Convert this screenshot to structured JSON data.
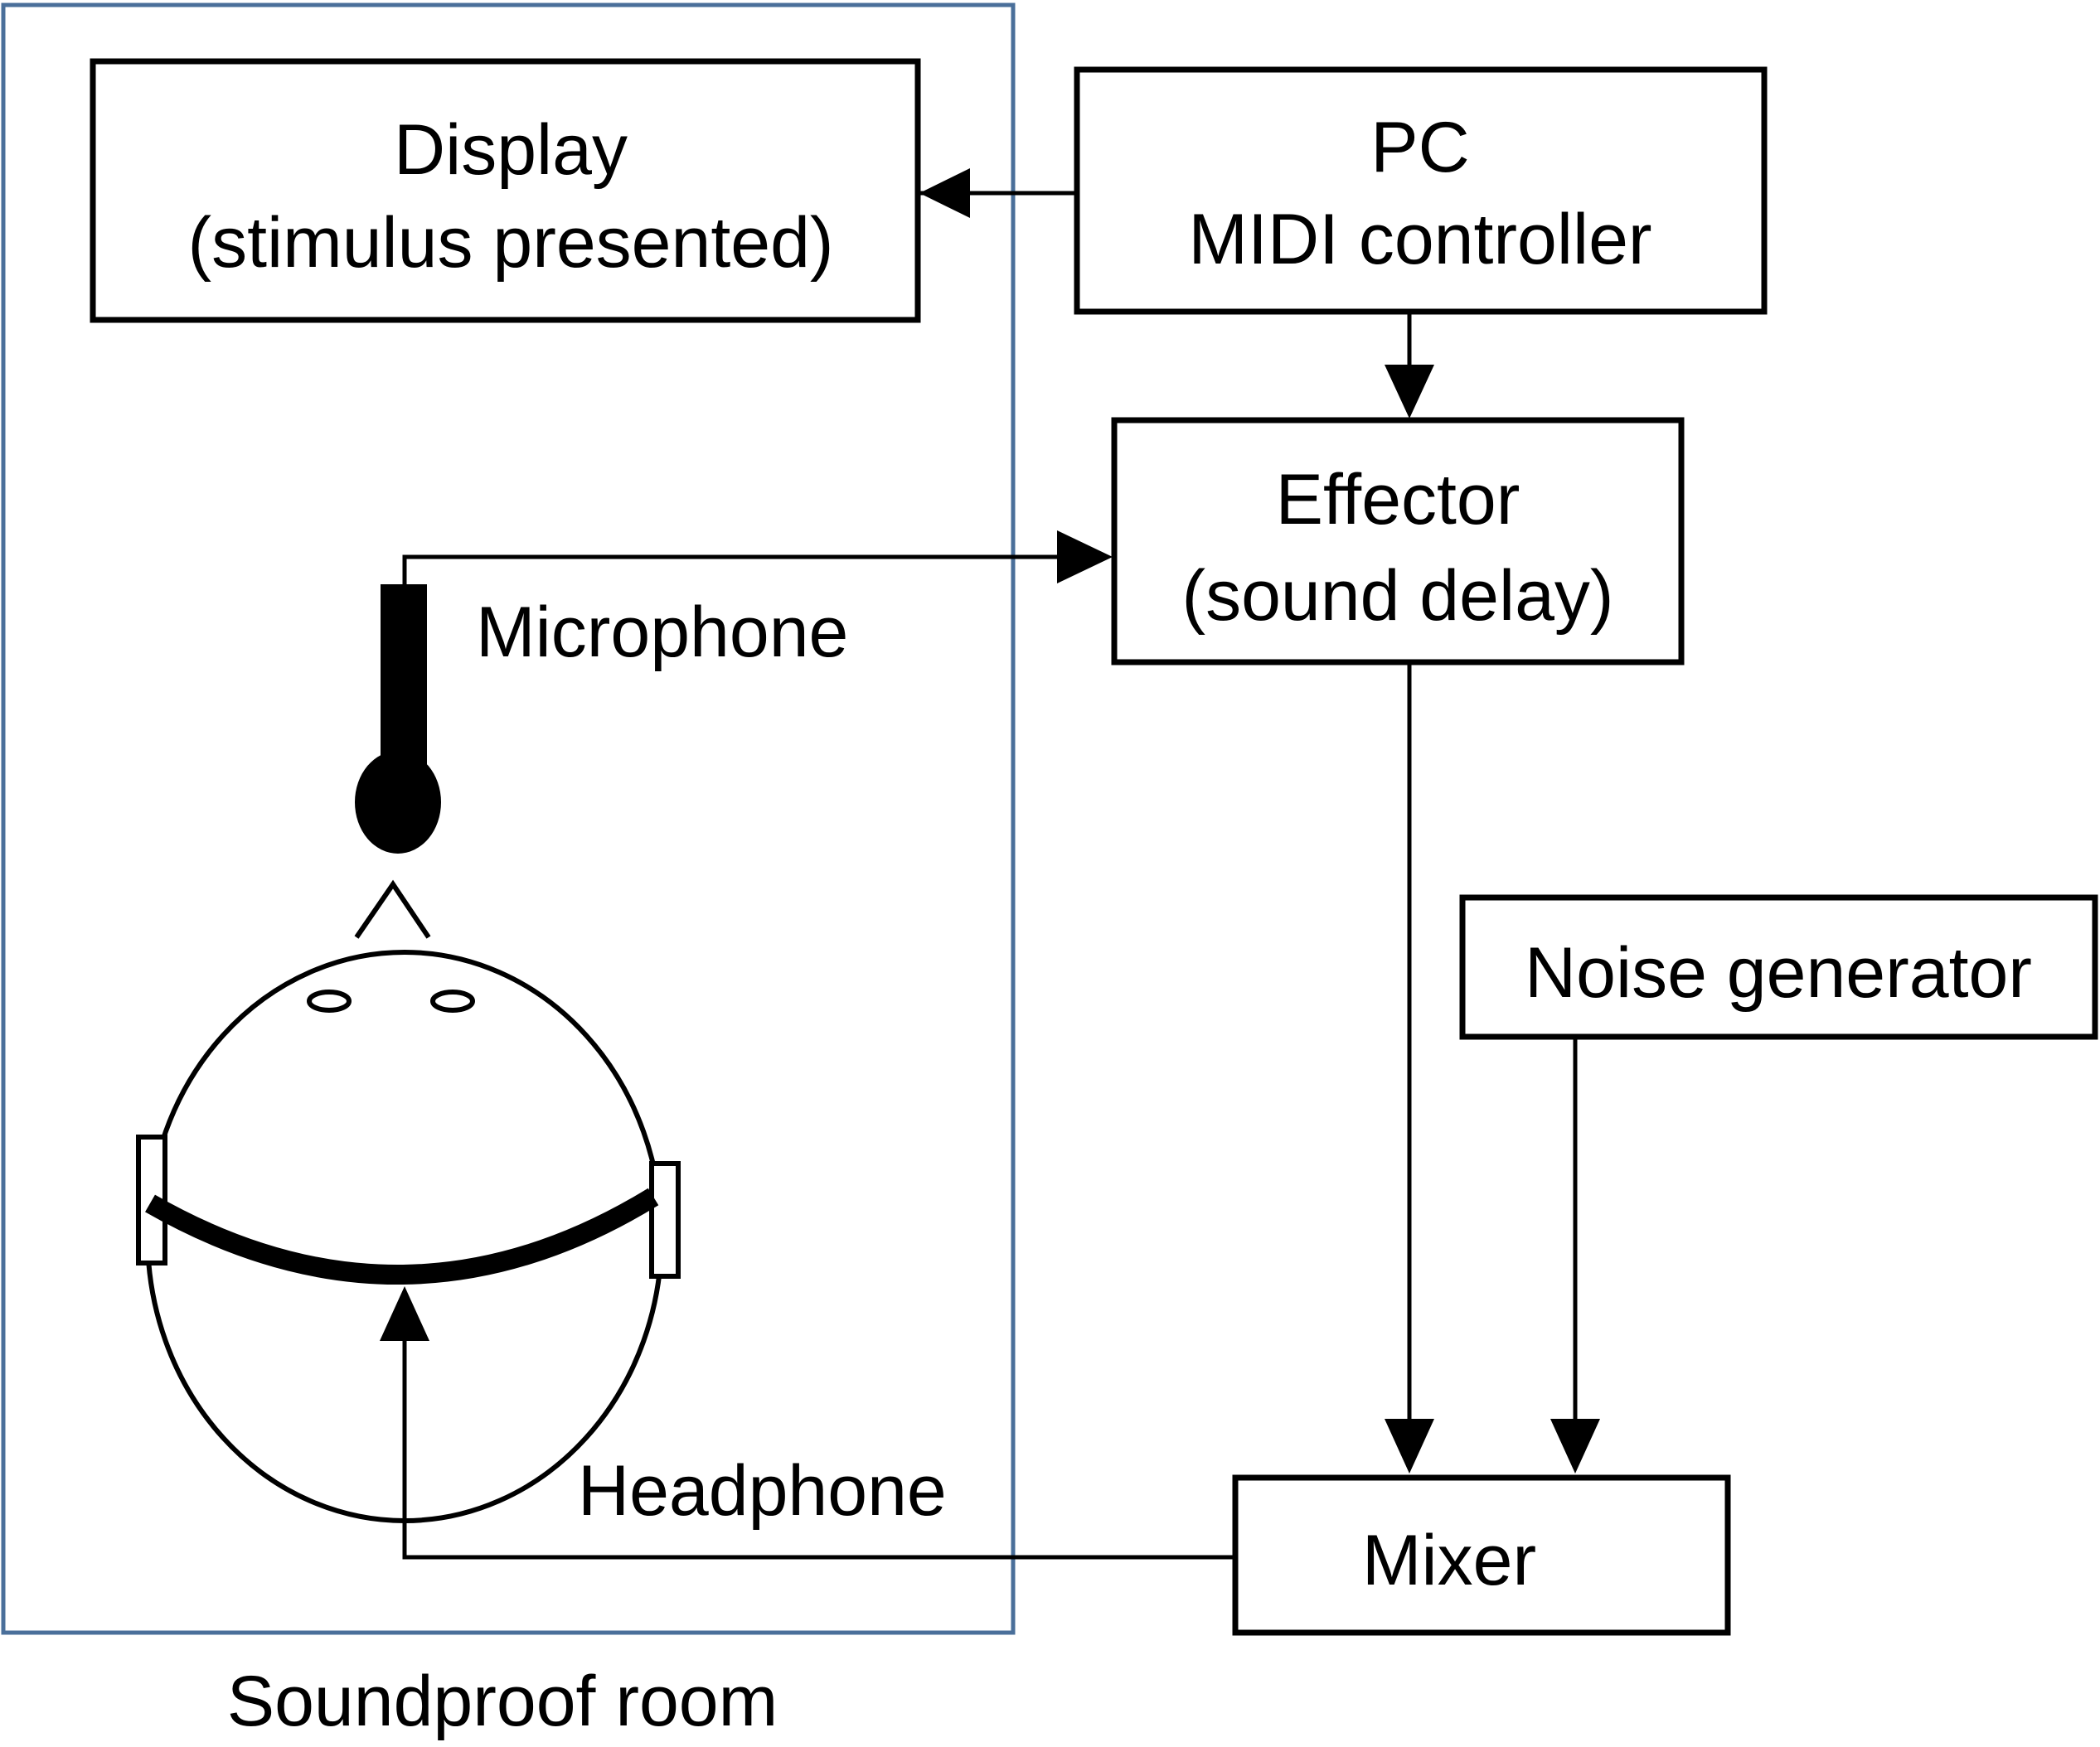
{
  "boxes": {
    "display": {
      "line1": "Display",
      "line2": "(stimulus presented)"
    },
    "pc": {
      "line1": "PC",
      "line2": "MIDI controller"
    },
    "effector": {
      "line1": "Effector",
      "line2": "(sound delay)"
    },
    "noise": {
      "label": "Noise generator"
    },
    "mixer": {
      "label": "Mixer"
    }
  },
  "labels": {
    "microphone": "Microphone",
    "headphone": "Headphone",
    "room": "Soundproof room"
  },
  "colors": {
    "room_border": "#4a6f9a",
    "line": "#000000"
  }
}
